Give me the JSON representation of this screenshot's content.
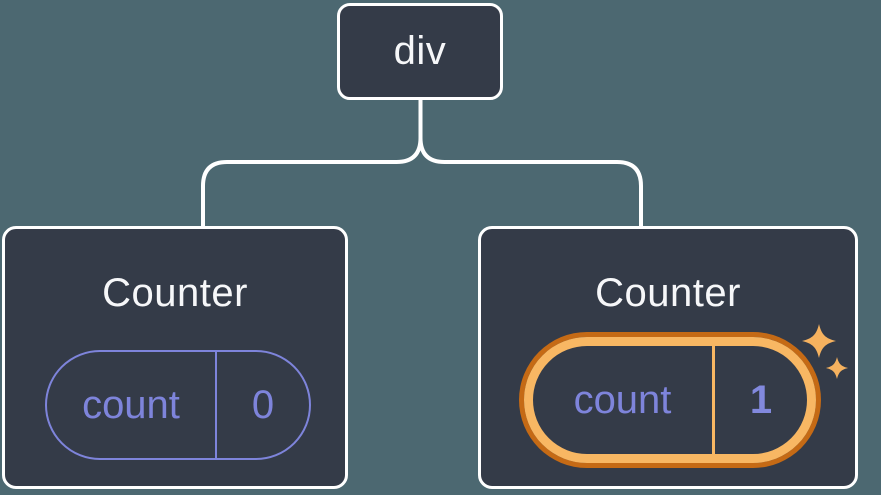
{
  "colors": {
    "background": "#4C6871",
    "node_fill": "#343B48",
    "node_border": "#FFFFFF",
    "connector": "#FFFFFF",
    "text_primary": "#F6F7F9",
    "state_accent": "#7E84DB",
    "state_value_accent": "#8289DE",
    "highlight_ring_inner": "#F8B763",
    "highlight_ring_outer": "#C56A15",
    "sparkle": "#F6B25F"
  },
  "tree": {
    "root": {
      "label": "div"
    },
    "children": [
      {
        "title": "Counter",
        "state": {
          "key": "count",
          "value": "0"
        },
        "highlighted": false
      },
      {
        "title": "Counter",
        "state": {
          "key": "count",
          "value": "1"
        },
        "highlighted": true,
        "badge_icon": "sparkles-icon"
      }
    ]
  }
}
